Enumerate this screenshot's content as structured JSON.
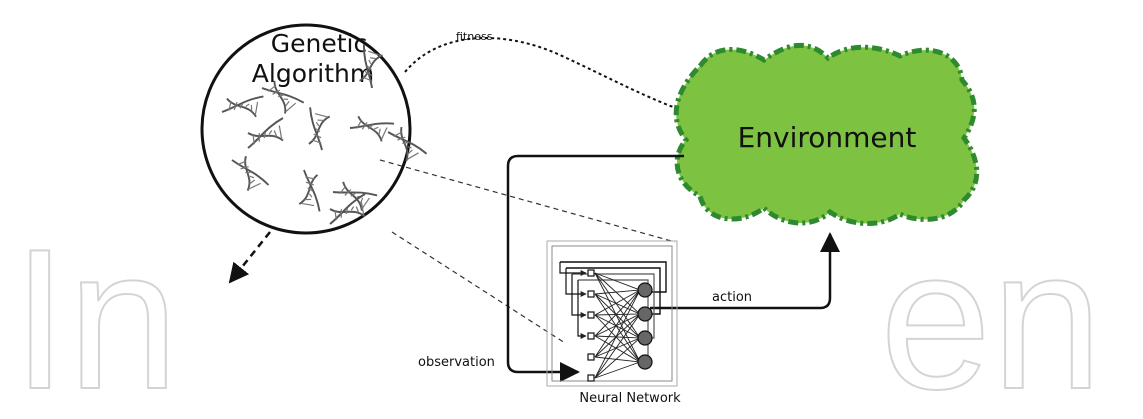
{
  "watermark": {
    "left": "In",
    "right": "en"
  },
  "genetic_algorithm": {
    "title_line1": "Genetic",
    "title_line2": "Algorithm"
  },
  "environment": {
    "label": "Environment",
    "fill_color": "#7ec242",
    "border_color": "#2e8a2e"
  },
  "neural_network": {
    "label": "Neural Network"
  },
  "edges": {
    "fitness": "fitness",
    "action": "action",
    "observation": "observation"
  },
  "icons": {
    "dna": "dna-helix-icon"
  }
}
